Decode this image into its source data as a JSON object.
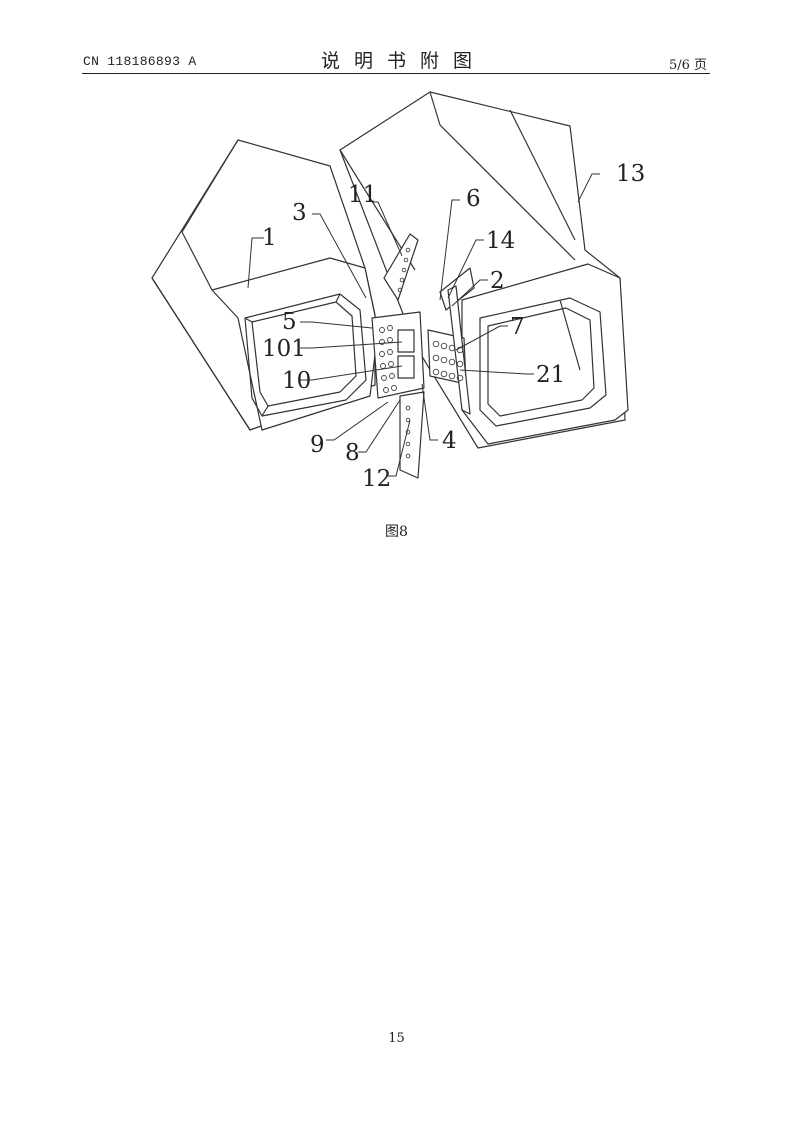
{
  "header": {
    "publication_number": "CN 118186893 A",
    "section_title": "说明书附图",
    "page_indicator": "5/6 页"
  },
  "figure": {
    "caption": "图8",
    "callouts": [
      "1",
      "3",
      "11",
      "6",
      "14",
      "13",
      "2",
      "5",
      "101",
      "10",
      "7",
      "21",
      "9",
      "8",
      "4",
      "12"
    ]
  },
  "footer": {
    "page_number": "15"
  }
}
